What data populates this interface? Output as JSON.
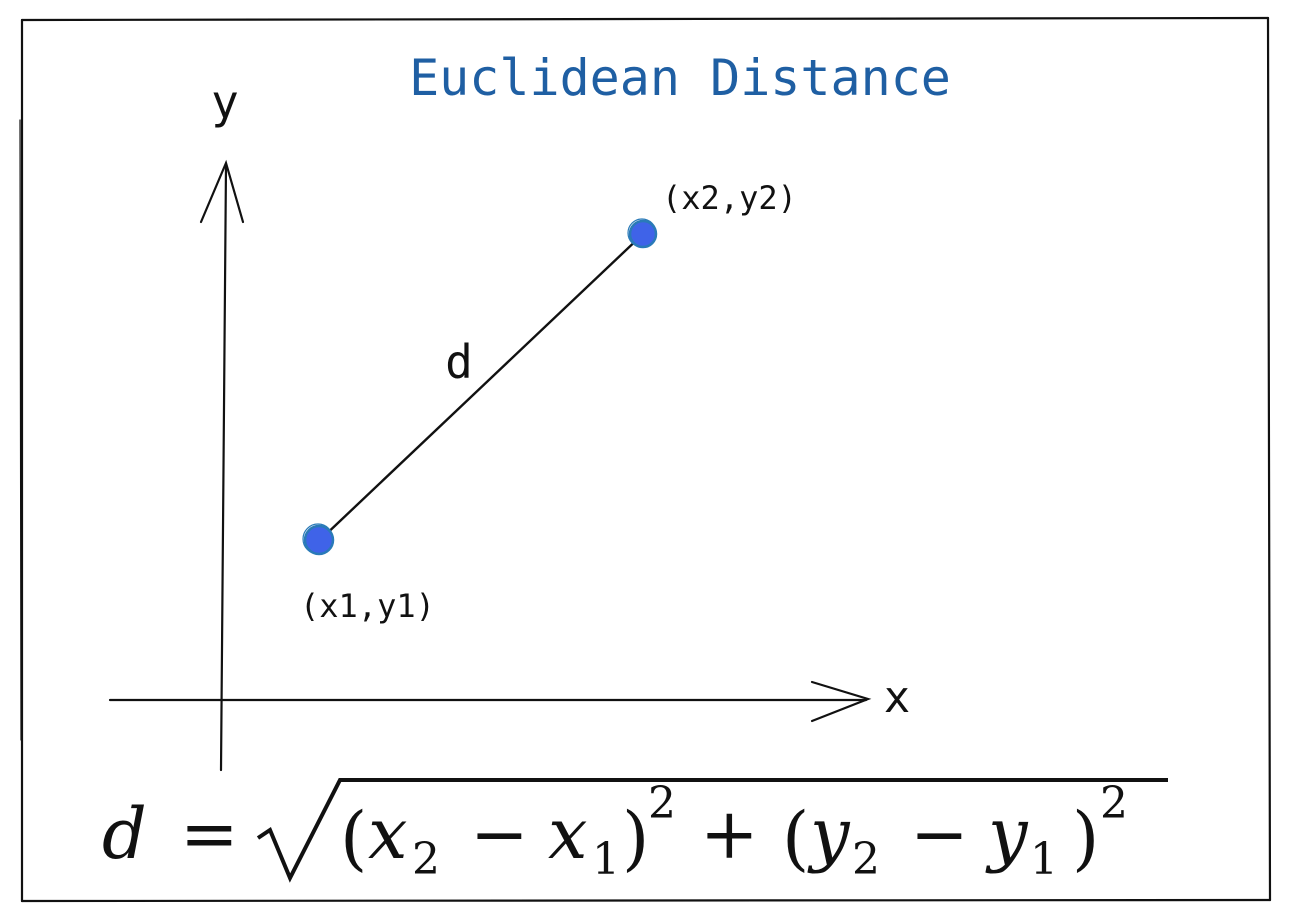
{
  "title": "Euclidean Distance",
  "axes": {
    "x_label": "x",
    "y_label": "y"
  },
  "points": {
    "p1_label": "(x1,y1)",
    "p2_label": "(x2,y2)"
  },
  "segment_label": "d",
  "formula": {
    "lhs": "d",
    "equals": "=",
    "open1": "(",
    "x2": "x",
    "x2_sub": "2",
    "minus1": "−",
    "x1": "x",
    "x1_sub": "1",
    "close1": ")",
    "pow1": "2",
    "plus": "+",
    "open2": "(",
    "y2": "y",
    "y2_sub": "2",
    "minus2": "−",
    "y1": "y",
    "y1_sub": "1",
    "close2": ")",
    "pow2": "2"
  },
  "colors": {
    "title": "#1f5fa3",
    "point_fill": "#3f63e8",
    "point_stroke": "#2a7ab8",
    "ink": "#111111"
  }
}
